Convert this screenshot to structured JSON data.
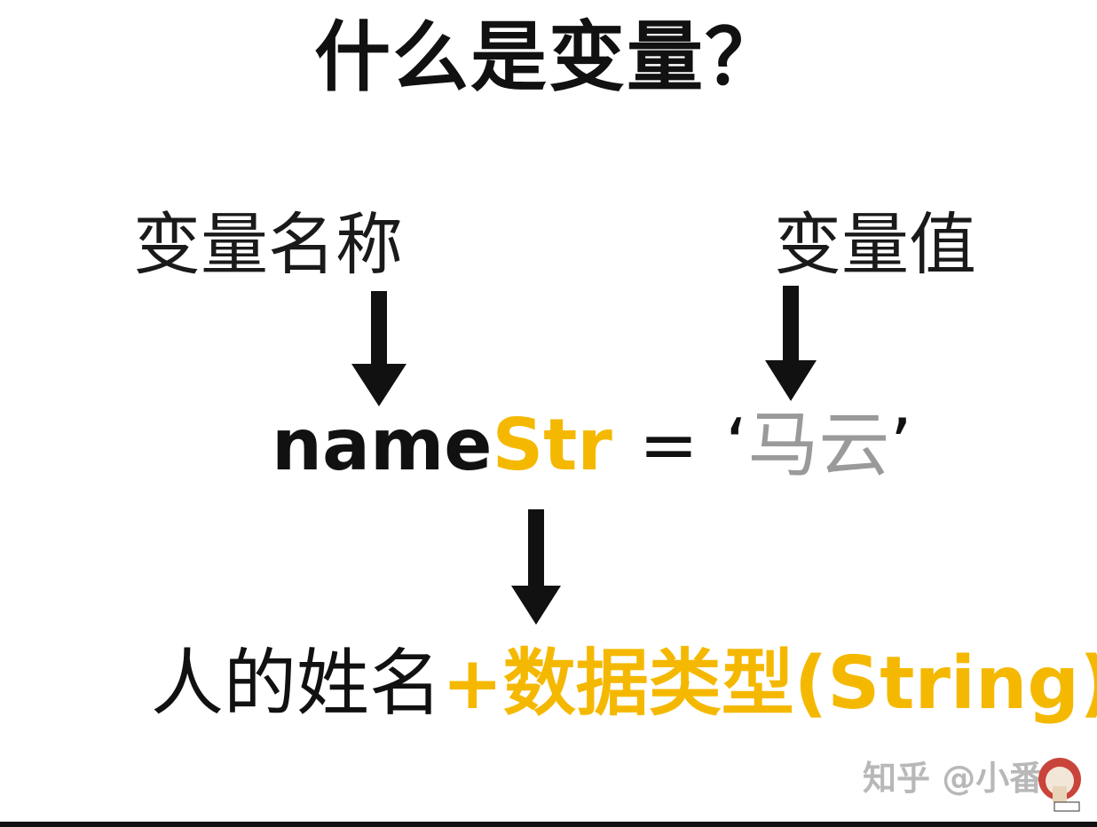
{
  "title": "什么是变量？",
  "labels": {
    "variable_name": "变量名称",
    "variable_value": "变量值"
  },
  "expression": {
    "name_part1": "name",
    "name_part2": "Str",
    "operator": "=",
    "open_quote": "‘",
    "value": "马云",
    "close_quote": "’"
  },
  "description": {
    "meaning": "人的姓名",
    "type_label": "+数据类型(String)"
  },
  "watermark": {
    "text": "知乎 @小番茄"
  },
  "colors": {
    "accent": "#f5b800",
    "text": "#111111",
    "string_value": "#9a9a9a",
    "watermark": "#b8b8b8"
  },
  "icons": {
    "arrows": "down-arrow-icon",
    "watermark_avatar": "avatar-icon"
  }
}
